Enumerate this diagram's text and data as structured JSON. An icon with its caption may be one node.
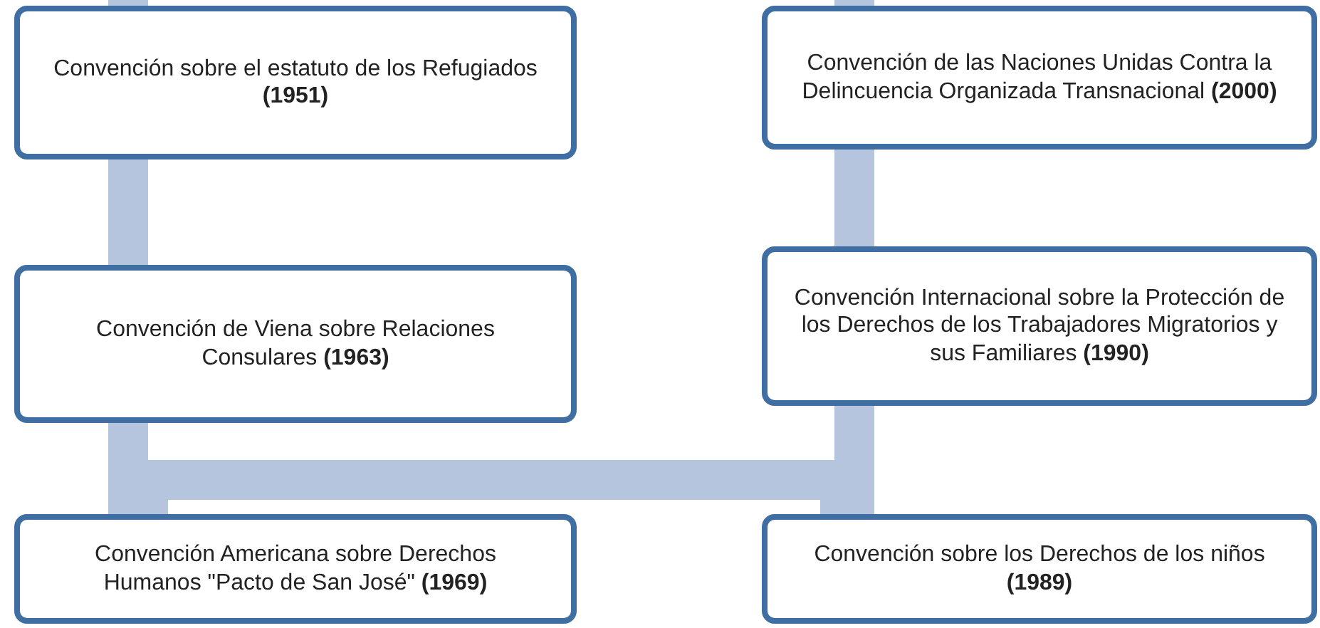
{
  "diagram": {
    "nodes": [
      {
        "text": [
          "Convención sobre el estatuto de los Refugiados **(1951)**"
        ]
      },
      {
        "text": [
          "Convención de Viena sobre Relaciones Consulares **(1963)**"
        ]
      },
      {
        "text": [
          "Convención Americana sobre Derechos Humanos \"Pacto de San José\" **(1969)**"
        ]
      },
      {
        "text": [
          "Convención sobre los Derechos de los niños **(1989)**"
        ]
      },
      {
        "text": [
          "Convención Internacional sobre la Protección de los Derechos de los Trabajadores Migratorios y sus Familiares **(1990)**"
        ]
      },
      {
        "text": [
          "Convención de las Naciones Unidas Contra la Delincuencia Organizada Transnacional **(2000)**"
        ]
      }
    ],
    "edges": [
      {
        "from": null,
        "to": 0,
        "arrow": "none"
      },
      {
        "from": 0,
        "to": 1,
        "arrow": "none"
      },
      {
        "from": 1,
        "to": 2,
        "arrow": "none"
      },
      {
        "from": 2,
        "to": 3,
        "arrow": "none"
      },
      {
        "from": 3,
        "to": 4,
        "arrow": "none"
      },
      {
        "from": 4,
        "to": 5,
        "arrow": "none"
      },
      {
        "from": 5,
        "to": null,
        "arrow": "none"
      }
    ]
  }
}
